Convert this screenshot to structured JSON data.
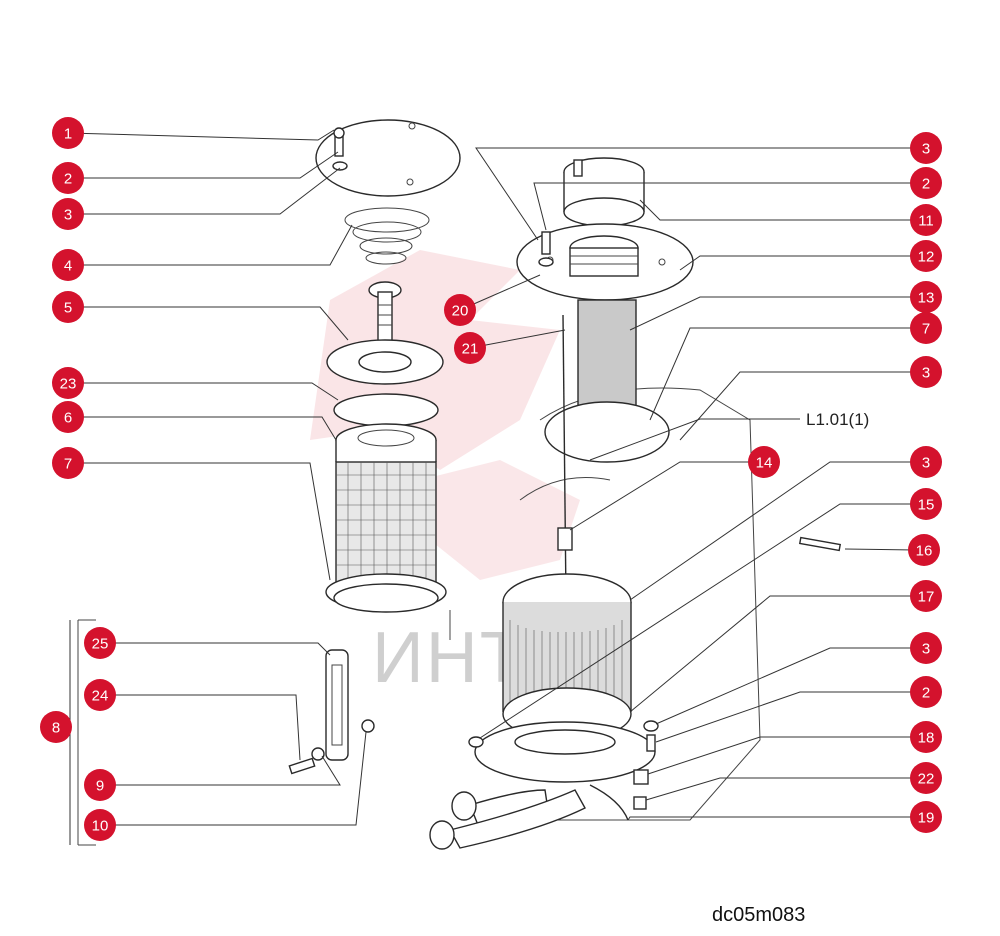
{
  "callouts": [
    {
      "label": "1"
    },
    {
      "label": "2"
    },
    {
      "label": "3"
    },
    {
      "label": "4"
    },
    {
      "label": "5"
    },
    {
      "label": "23"
    },
    {
      "label": "6"
    },
    {
      "label": "7"
    },
    {
      "label": "25"
    },
    {
      "label": "8"
    },
    {
      "label": "24"
    },
    {
      "label": "9"
    },
    {
      "label": "10"
    },
    {
      "label": "3"
    },
    {
      "label": "2"
    },
    {
      "label": "11"
    },
    {
      "label": "12"
    },
    {
      "label": "20"
    },
    {
      "label": "13"
    },
    {
      "label": "21"
    },
    {
      "label": "7"
    },
    {
      "label": "3"
    },
    {
      "label": "14"
    },
    {
      "label": "3"
    },
    {
      "label": "15"
    },
    {
      "label": "16"
    },
    {
      "label": "17"
    },
    {
      "label": "3"
    },
    {
      "label": "2"
    },
    {
      "label": "18"
    },
    {
      "label": "22"
    },
    {
      "label": "19"
    }
  ],
  "reference_label": "L1.01(1)",
  "drawing_code": "dc05m083",
  "watermark_text": "ИНТЕХ",
  "colors": {
    "badge": "#d4122d",
    "watermark": "#f2c4c8"
  }
}
